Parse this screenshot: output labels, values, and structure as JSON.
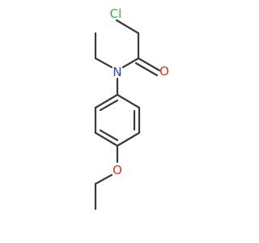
{
  "molecule": {
    "atoms": [
      {
        "id": "cl",
        "symbol": "Cl",
        "color": "#36b036"
      },
      {
        "id": "o_carbonyl",
        "symbol": "O",
        "color": "#e0301e"
      },
      {
        "id": "n",
        "symbol": "N",
        "color": "#2f3bd8"
      },
      {
        "id": "o_ether",
        "symbol": "O",
        "color": "#e0301e"
      }
    ],
    "bond_color": "#3a3a3a"
  }
}
